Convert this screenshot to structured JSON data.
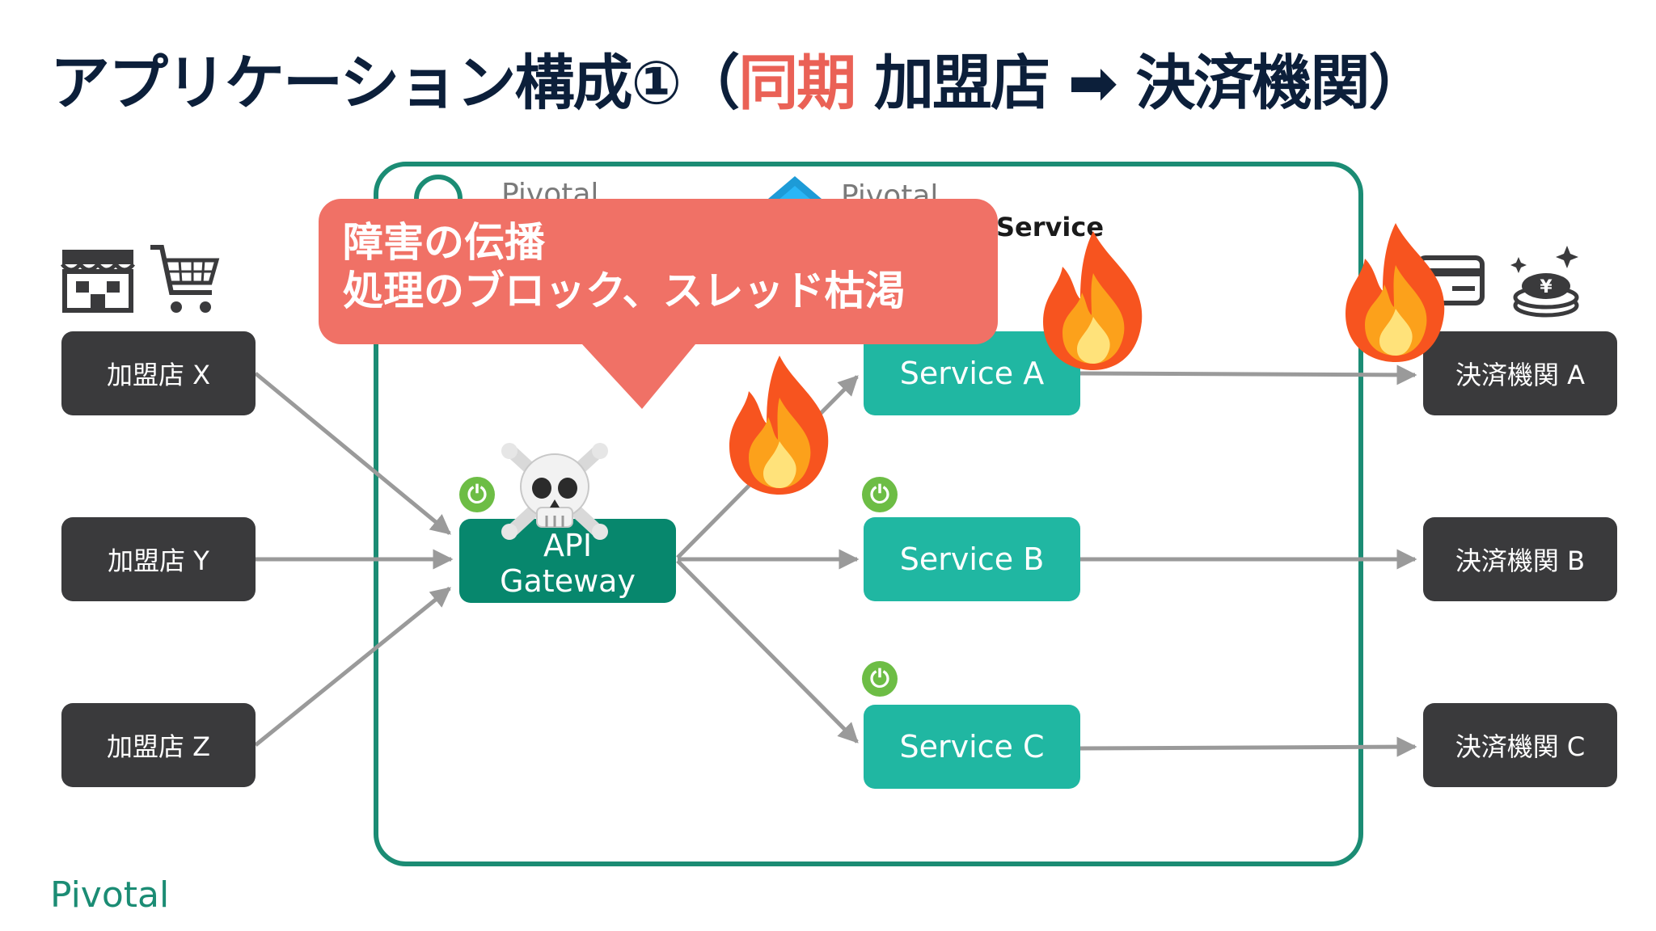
{
  "title": {
    "prefix": "アプリケーション構成①（",
    "highlight": "同期",
    "suffix": " 加盟店 ➡ 決済機関）"
  },
  "header_partial": {
    "pivotal_left": "Pivotal",
    "pivotal_mid": "Pivotal",
    "service_word": "Service"
  },
  "callout": {
    "line1": "障害の伝播",
    "line2": "処理のブロック、スレッド枯渇"
  },
  "merchants": [
    {
      "label": "加盟店 X"
    },
    {
      "label": "加盟店 Y"
    },
    {
      "label": "加盟店 Z"
    }
  ],
  "gateway": {
    "line1": "API",
    "line2": "Gateway"
  },
  "services": [
    {
      "label": "Service A"
    },
    {
      "label": "Service B"
    },
    {
      "label": "Service C"
    }
  ],
  "acquirers": [
    {
      "label": "決済機関 A"
    },
    {
      "label": "決済機関 B"
    },
    {
      "label": "決済機関 C"
    }
  ],
  "icons": {
    "store": "store-icon",
    "cart": "shopping-cart-icon",
    "card": "credit-card-icon",
    "coins": "yen-coins-icon",
    "fire": "fire-icon",
    "skull": "skull-and-crossbones-icon",
    "power": "power-icon"
  },
  "colors": {
    "title": "#0c1f3a",
    "highlight": "#ea6156",
    "panel_border": "#1b8c74",
    "node_dark": "#3a3a3c",
    "service": "#20b7a2",
    "gateway": "#07876d",
    "callout": "#f07166",
    "arrow": "#9a9a9a"
  },
  "brand": "Pivotal"
}
